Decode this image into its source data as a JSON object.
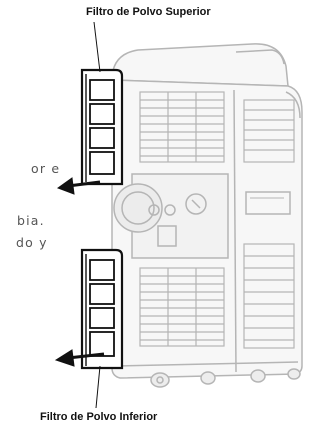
{
  "labels": {
    "top_filter": "Filtro de Polvo Superior",
    "bottom_filter": "Filtro de Polvo Inferior"
  },
  "cropped_text": [
    "or e",
    "bia.",
    "do y"
  ],
  "colors": {
    "filter_stroke": "#111111",
    "unit_outline": "#b5b5b5",
    "unit_fill": "#f7f7f7",
    "text": "#111111",
    "faded_text": "#555555"
  }
}
